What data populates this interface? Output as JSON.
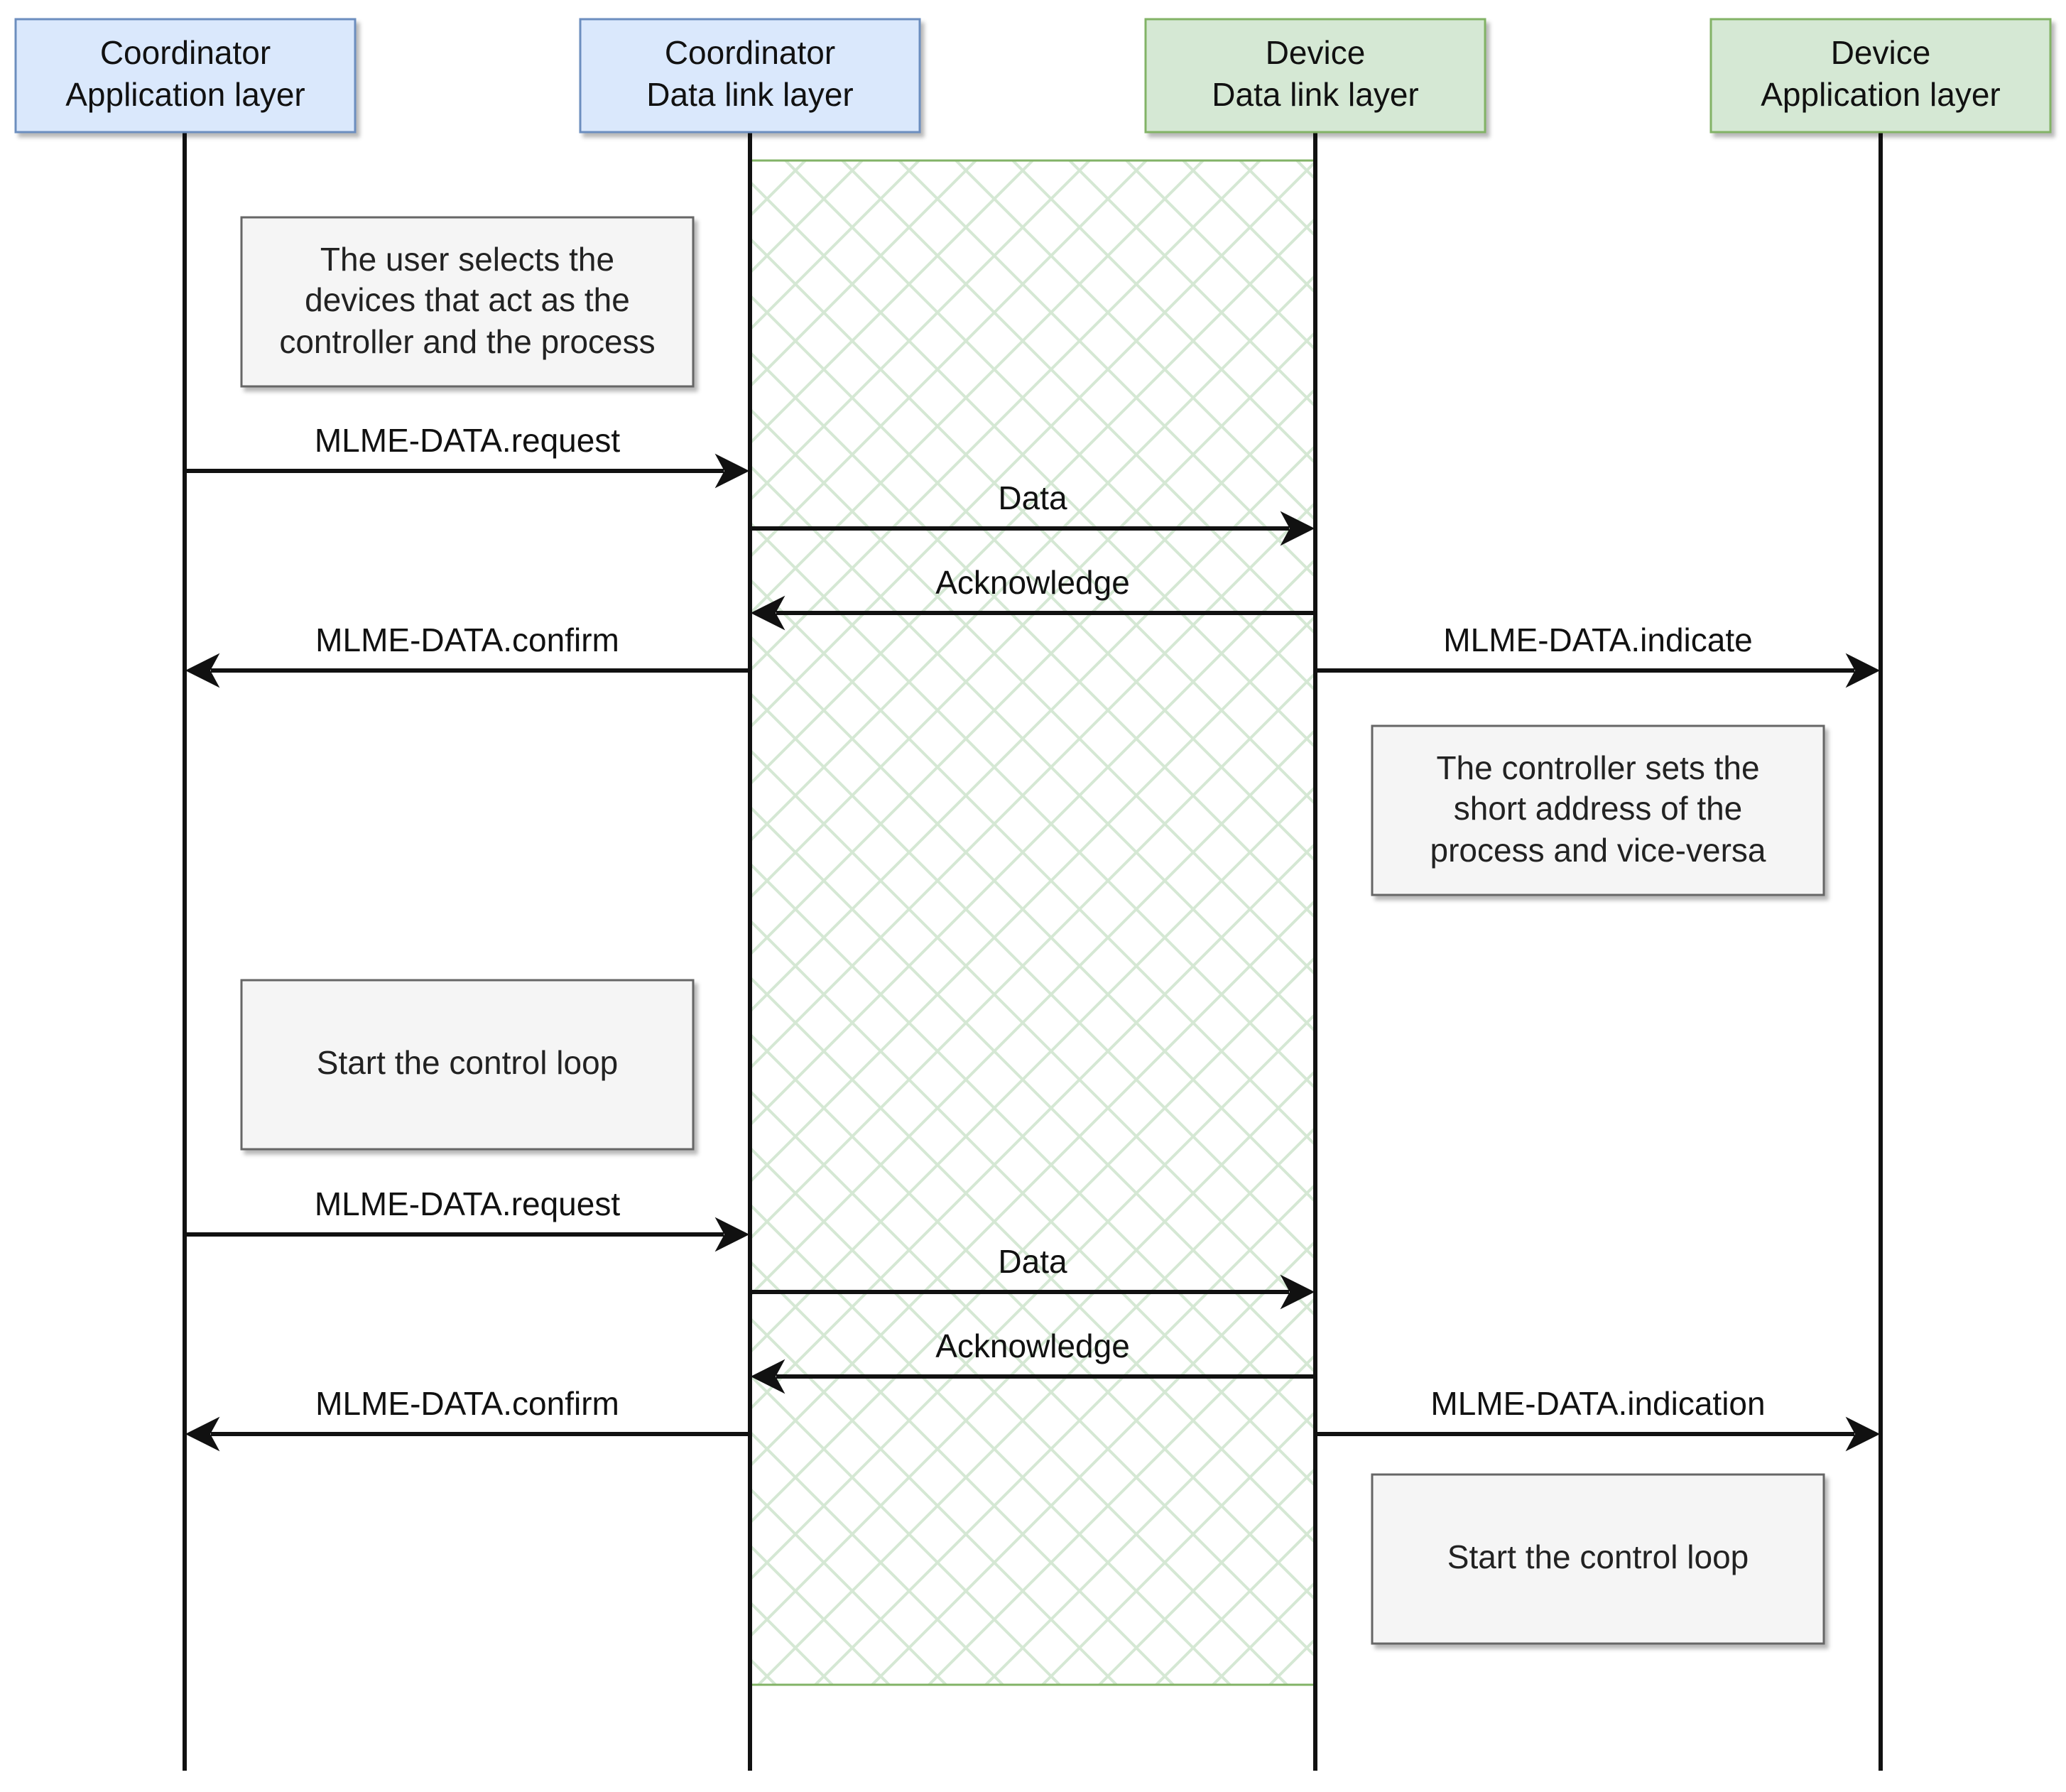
{
  "colors": {
    "coordinator_fill": "#dae8fc",
    "coordinator_stroke": "#6c8ebf",
    "device_fill": "#d5e8d4",
    "device_stroke": "#82b366",
    "note_fill": "#f5f5f5",
    "note_stroke": "#666666",
    "line": "#111111",
    "hatch": "#d5e8d4"
  },
  "lanes": [
    {
      "id": "coord_app",
      "line1": "Coordinator",
      "line2": "Application layer",
      "kind": "coordinator"
    },
    {
      "id": "coord_dll",
      "line1": "Coordinator",
      "line2": "Data link layer",
      "kind": "coordinator"
    },
    {
      "id": "dev_dll",
      "line1": "Device",
      "line2": "Data link layer",
      "kind": "device"
    },
    {
      "id": "dev_app",
      "line1": "Device",
      "line2": "Application layer",
      "kind": "device"
    }
  ],
  "messages": [
    {
      "label": "MLME-DATA.request",
      "from": "coord_app",
      "to": "coord_dll"
    },
    {
      "label": "Data",
      "from": "coord_dll",
      "to": "dev_dll"
    },
    {
      "label": "Acknowledge",
      "from": "dev_dll",
      "to": "coord_dll"
    },
    {
      "label": "MLME-DATA.confirm",
      "from": "coord_dll",
      "to": "coord_app"
    },
    {
      "label": "MLME-DATA.indicate",
      "from": "dev_dll",
      "to": "dev_app"
    },
    {
      "label": "MLME-DATA.request",
      "from": "coord_app",
      "to": "coord_dll"
    },
    {
      "label": "Data",
      "from": "coord_dll",
      "to": "dev_dll"
    },
    {
      "label": "Acknowledge",
      "from": "dev_dll",
      "to": "coord_dll"
    },
    {
      "label": "MLME-DATA.confirm",
      "from": "coord_dll",
      "to": "coord_app"
    },
    {
      "label": "MLME-DATA.indication",
      "from": "dev_dll",
      "to": "dev_app"
    }
  ],
  "notes": [
    {
      "lines": [
        "The user selects the",
        "devices that act as the",
        "controller and the process"
      ]
    },
    {
      "lines": [
        "The controller sets the",
        "short address of the",
        "process and vice-versa"
      ]
    },
    {
      "lines": [
        "Start the control loop"
      ]
    },
    {
      "lines": [
        "Start the control loop"
      ]
    }
  ]
}
